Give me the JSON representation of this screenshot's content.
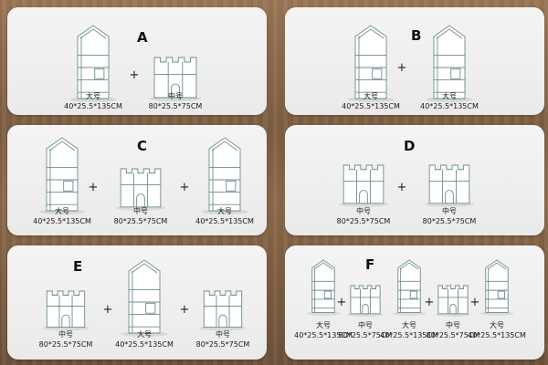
{
  "sizes": {
    "large": {
      "label": "大号",
      "dims": "40*25.5*135CM"
    },
    "medium": {
      "label": "中号",
      "dims": "80*25.5*75CM"
    }
  },
  "plus_symbol": "+",
  "colors": {
    "panel_bg": "#efefef",
    "furniture_outline": "#6f8c8c",
    "furniture_fill": "#ffffff",
    "text": "#1a1a1a",
    "wood_background": "#8a6a4c"
  },
  "options": [
    {
      "letter": "A",
      "items": [
        {
          "type": "large",
          "label": "大号",
          "dims": "40*25.5*135CM"
        },
        {
          "type": "medium",
          "label": "中号",
          "dims": "80*25.5*75CM"
        }
      ]
    },
    {
      "letter": "B",
      "items": [
        {
          "type": "large",
          "label": "大号",
          "dims": "40*25.5*135CM"
        },
        {
          "type": "large",
          "label": "大号",
          "dims": "40*25.5*135CM"
        }
      ]
    },
    {
      "letter": "C",
      "items": [
        {
          "type": "large",
          "label": "大号",
          "dims": "40*25.5*135CM"
        },
        {
          "type": "medium",
          "label": "中号",
          "dims": "80*25.5*75CM"
        },
        {
          "type": "large",
          "label": "大号",
          "dims": "40*25.5*135CM"
        }
      ]
    },
    {
      "letter": "D",
      "items": [
        {
          "type": "medium",
          "label": "中号",
          "dims": "80*25.5*75CM"
        },
        {
          "type": "medium",
          "label": "中号",
          "dims": "80*25.5*75CM"
        }
      ]
    },
    {
      "letter": "E",
      "items": [
        {
          "type": "medium",
          "label": "中号",
          "dims": "80*25.5*75CM"
        },
        {
          "type": "large",
          "label": "大号",
          "dims": "40*25.5*135CM"
        },
        {
          "type": "medium",
          "label": "中号",
          "dims": "80*25.5*75CM"
        }
      ]
    },
    {
      "letter": "F",
      "items": [
        {
          "type": "large",
          "label": "大号",
          "dims": "40*25.5*135CM"
        },
        {
          "type": "medium",
          "label": "中号",
          "dims": "80*25.5*75CM"
        },
        {
          "type": "large",
          "label": "大号",
          "dims": "40*25.5*135CM"
        },
        {
          "type": "medium",
          "label": "中号",
          "dims": "80*25.5*75CM"
        },
        {
          "type": "large",
          "label": "大号",
          "dims": "40*25.5*135CM"
        }
      ]
    }
  ]
}
